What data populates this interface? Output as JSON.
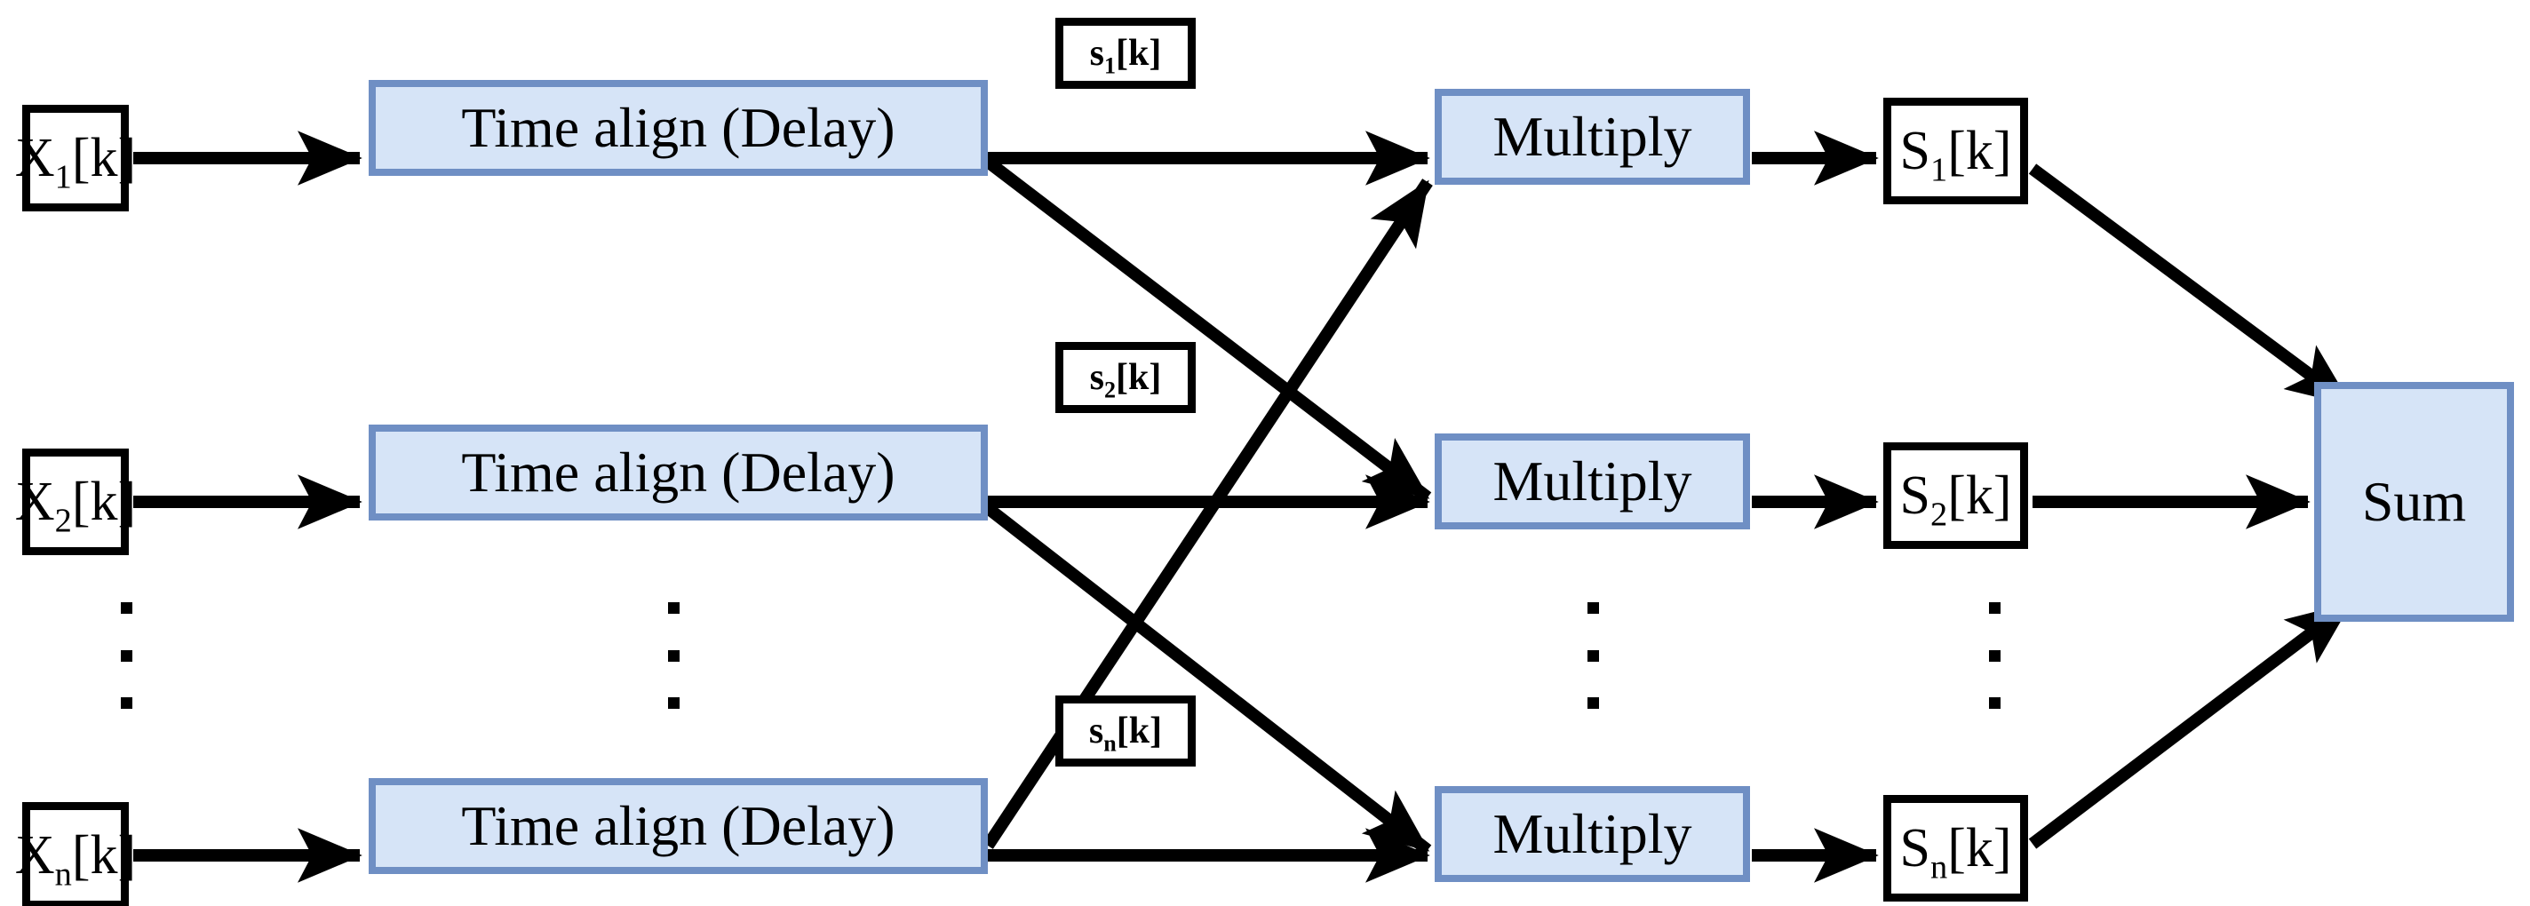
{
  "diagram": {
    "title": "Beamforming signal flow diagram",
    "colors": {
      "block_fill": "#d6e4f7",
      "block_border": "#6f8fc4",
      "line": "#000000",
      "background": "#ffffff"
    },
    "inputs": [
      {
        "base": "X",
        "sub": "1",
        "suffix": "[k]",
        "text": "X1[k]"
      },
      {
        "base": "X",
        "sub": "2",
        "suffix": "[k]",
        "text": "X2[k]"
      },
      {
        "base": "X",
        "sub": "n",
        "suffix": "[k]",
        "text": "Xn[k]"
      }
    ],
    "delay_blocks": [
      {
        "label": "Time align (Delay)"
      },
      {
        "label": "Time align (Delay)"
      },
      {
        "label": "Time align (Delay)"
      }
    ],
    "weight_labels": [
      {
        "base": "s",
        "sub": "1",
        "suffix": "[k]",
        "text": "s1[k]"
      },
      {
        "base": "s",
        "sub": "2",
        "suffix": "[k]",
        "text": "s2[k]"
      },
      {
        "base": "s",
        "sub": "n",
        "suffix": "[k]",
        "text": "sn[k]"
      }
    ],
    "multiply_blocks": [
      {
        "label": "Multiply"
      },
      {
        "label": "Multiply"
      },
      {
        "label": "Multiply"
      }
    ],
    "outputs": [
      {
        "base": "S",
        "sub": "1",
        "suffix": "[k]",
        "text": "S1[k]"
      },
      {
        "base": "S",
        "sub": "2",
        "suffix": "[k]",
        "text": "S2[k]"
      },
      {
        "base": "S",
        "sub": "n",
        "suffix": "[k]",
        "text": "Sn[k]"
      }
    ],
    "sum_block": {
      "label": "Sum"
    },
    "ellipsis": {
      "glyph": "vertical-ellipsis",
      "count": 3
    }
  }
}
